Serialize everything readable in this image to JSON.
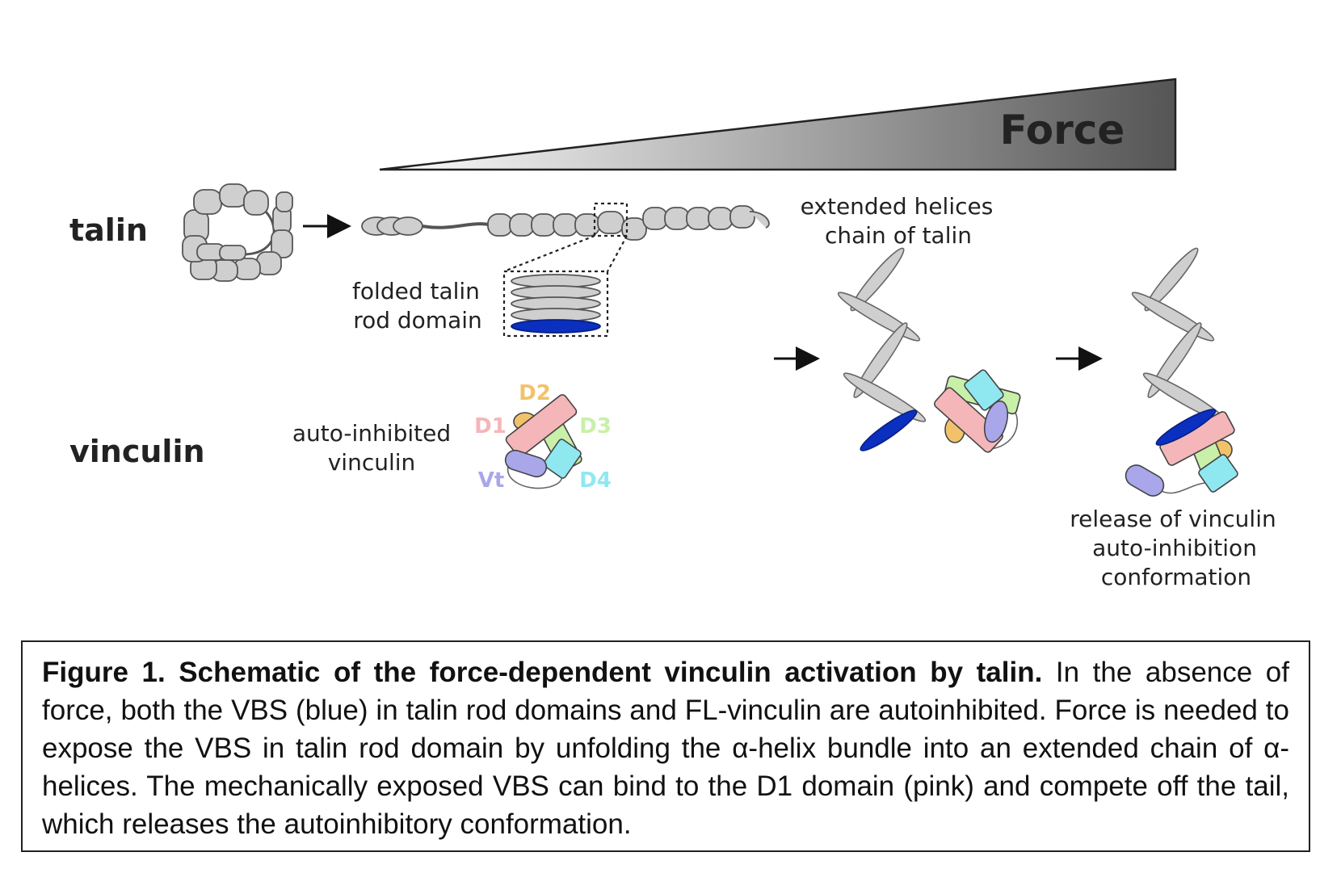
{
  "diagram": {
    "force_label": "Force",
    "row_talin": "talin",
    "row_vinculin": "vinculin",
    "folded_label": [
      "folded talin",
      "rod domain"
    ],
    "extended_label": [
      "extended helices",
      "chain of talin"
    ],
    "autoinhibited_label": [
      "auto-inhibited",
      "vinculin"
    ],
    "release_label": [
      "release of vinculin",
      "auto-inhibition",
      "conformation"
    ],
    "domains": {
      "d1": "D1",
      "d2": "D2",
      "d3": "D3",
      "d4": "D4",
      "vt": "Vt"
    },
    "colors": {
      "vbs_blue": "#0b2fbf",
      "d1_pink": "#f4b6b8",
      "d2_orange": "#f2c26b",
      "d3_green": "#c8f0a8",
      "d4_cyan": "#8fe8f0",
      "vt_purple": "#a9a7ea",
      "talin_gray": "#cfcfcf"
    }
  },
  "caption": {
    "title": "Figure 1. Schematic of the force-dependent vinculin activation by talin.",
    "body": " In the absence of force, both the VBS (blue) in talin rod domains and FL-vinculin are autoinhibited. Force is needed to expose the VBS in talin rod domain by unfolding the α-helix bundle into an extended chain of α-helices. The mechanically exposed VBS can bind to the D1 domain (pink) and compete off the tail, which releases the autoinhibitory conformation."
  }
}
